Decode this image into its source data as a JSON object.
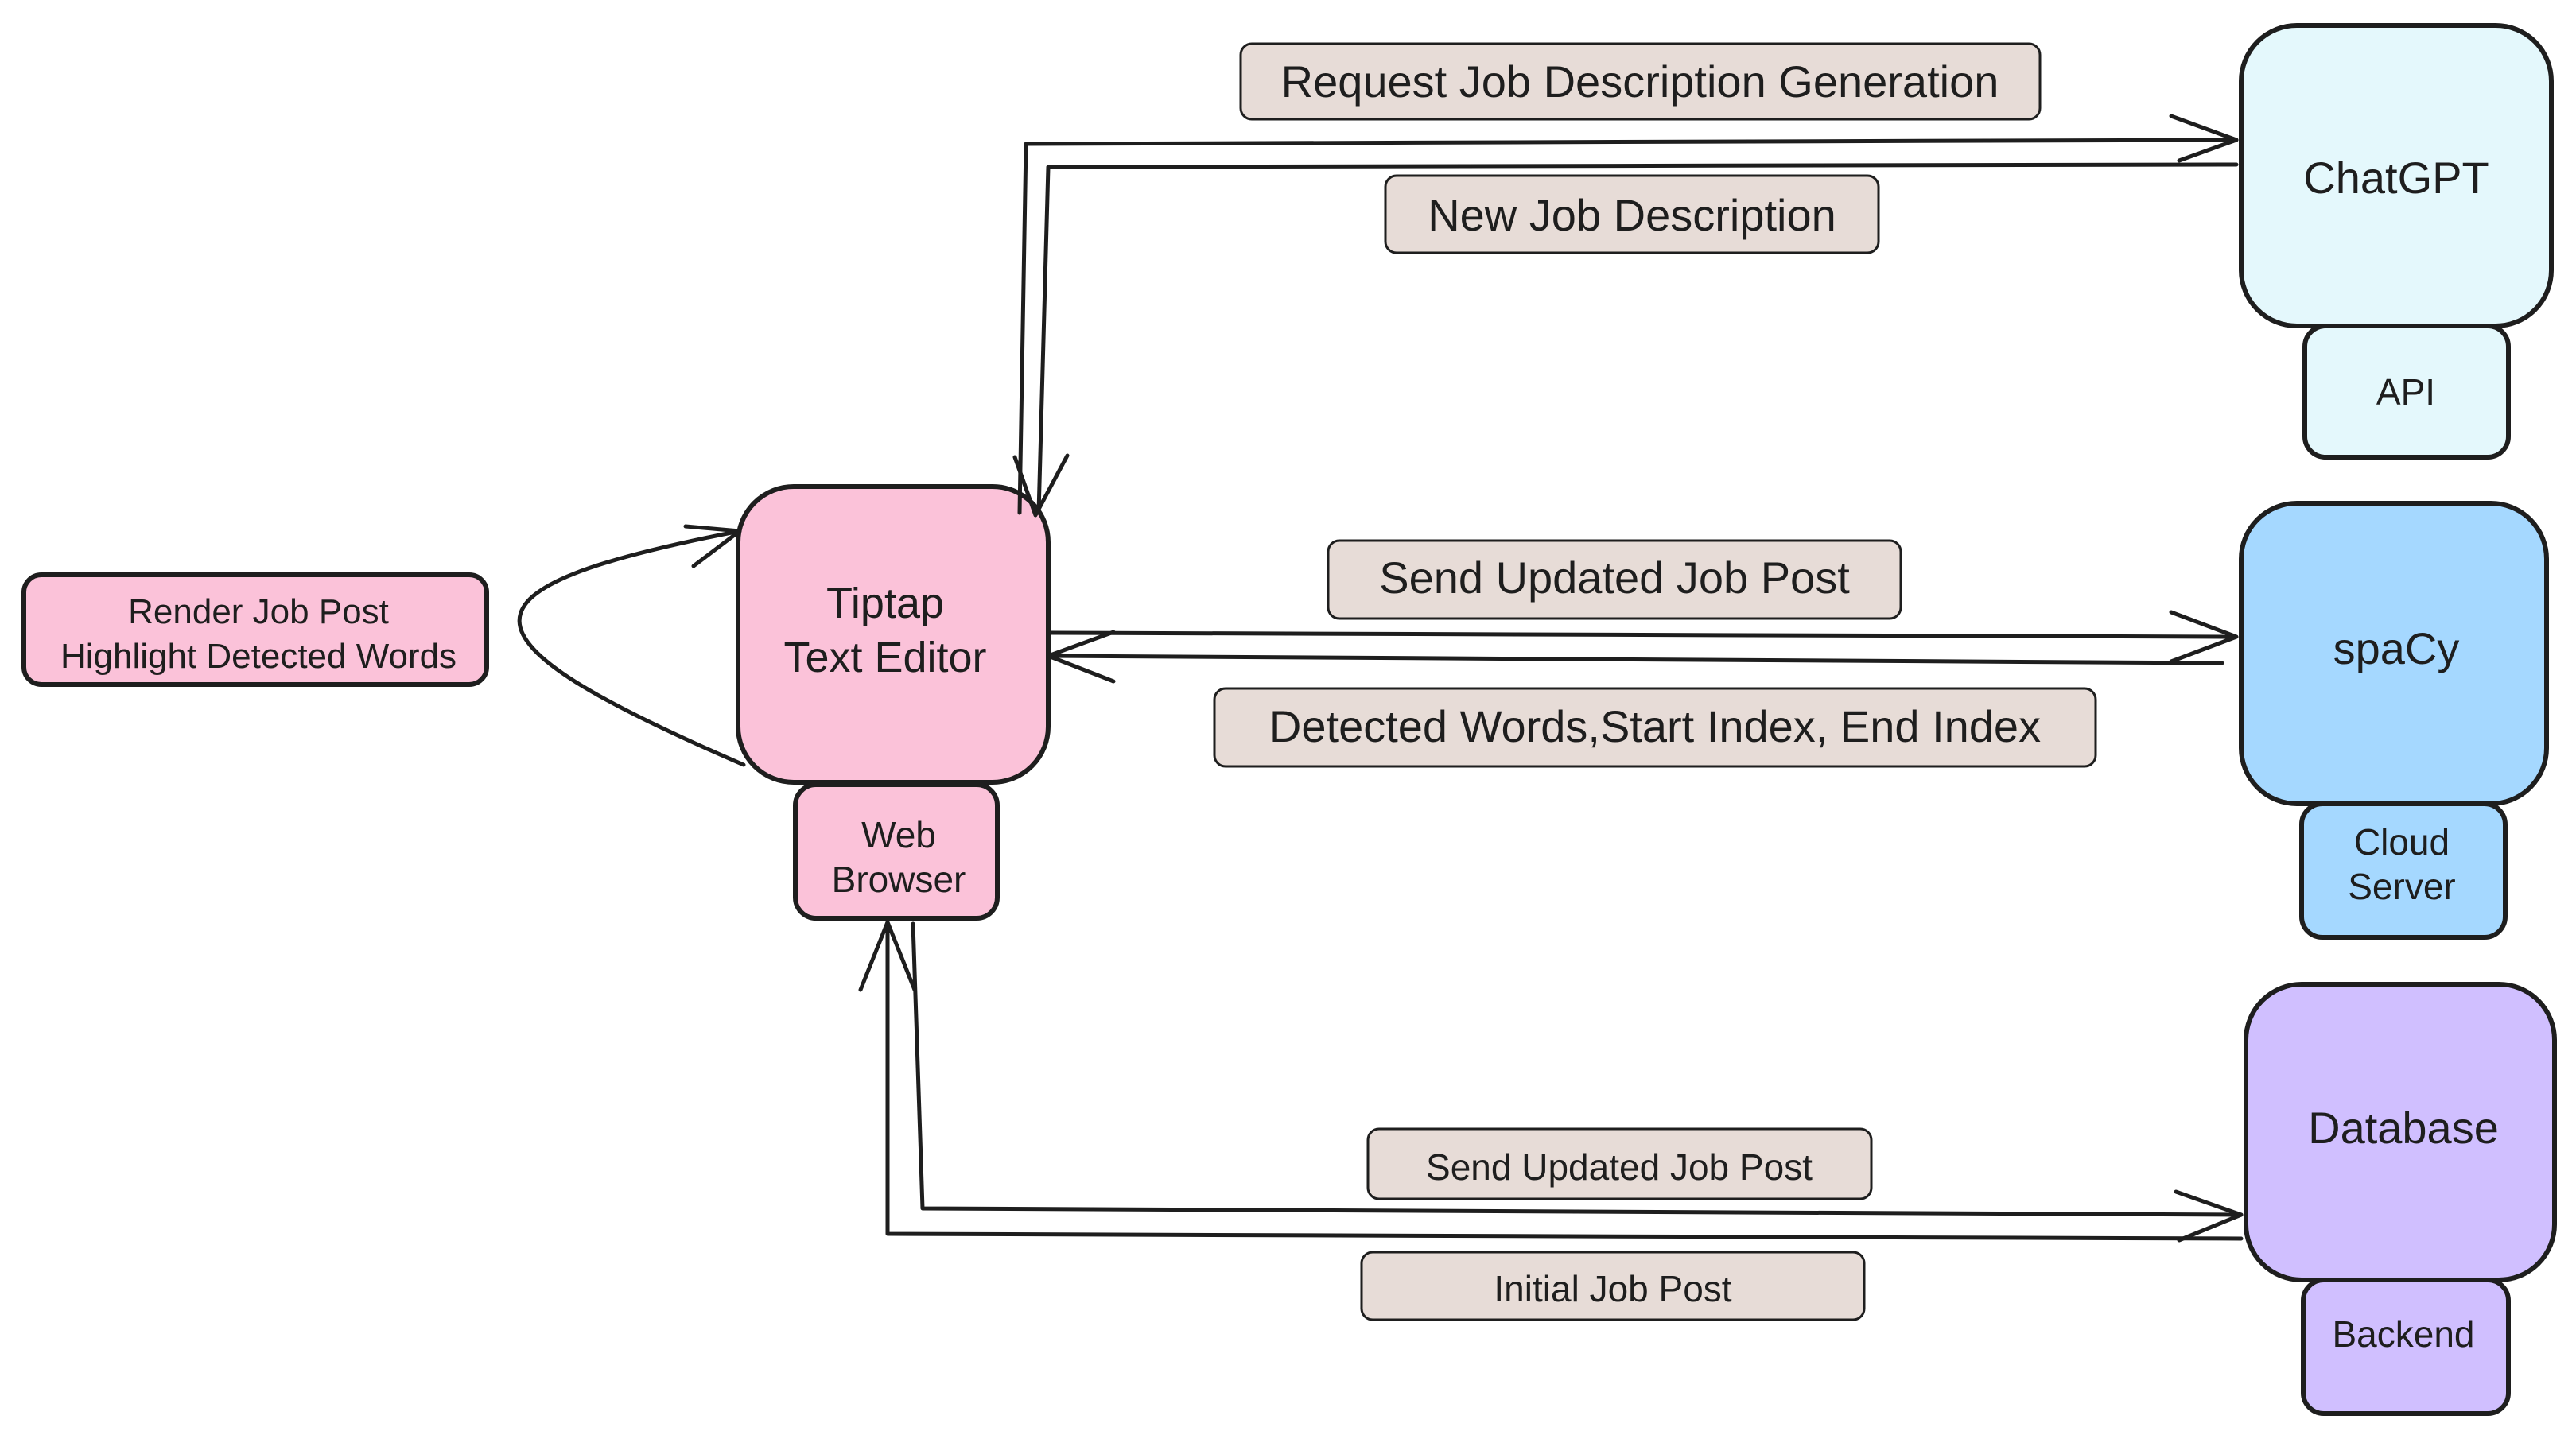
{
  "colors": {
    "pink": "#fbc2d9",
    "chatgpt": "#e4f8fc",
    "spacy": "#a5d8ff",
    "database": "#d0bfff",
    "label_bg": "#e7dcd7",
    "stroke": "#1e1e1e"
  },
  "nodes": {
    "render": {
      "line1": "Render Job Post",
      "line2": "Highlight Detected Words"
    },
    "tiptap": {
      "line1": "Tiptap",
      "line2": "Text Editor"
    },
    "web_browser": {
      "line1": "Web",
      "line2": "Browser"
    },
    "chatgpt": {
      "title": "ChatGPT",
      "sub": "API"
    },
    "spacy": {
      "title": "spaCy",
      "sub_line1": "Cloud",
      "sub_line2": "Server"
    },
    "database": {
      "title": "Database",
      "sub": "Backend"
    }
  },
  "edges": {
    "request_generation": "Request Job Description Generation",
    "new_description": "New Job Description",
    "send_updated_spacy": "Send Updated Job Post",
    "detected_words": "Detected Words,Start Index, End Index",
    "send_updated_db": "Send Updated Job Post",
    "initial_post": "Initial Job Post"
  }
}
